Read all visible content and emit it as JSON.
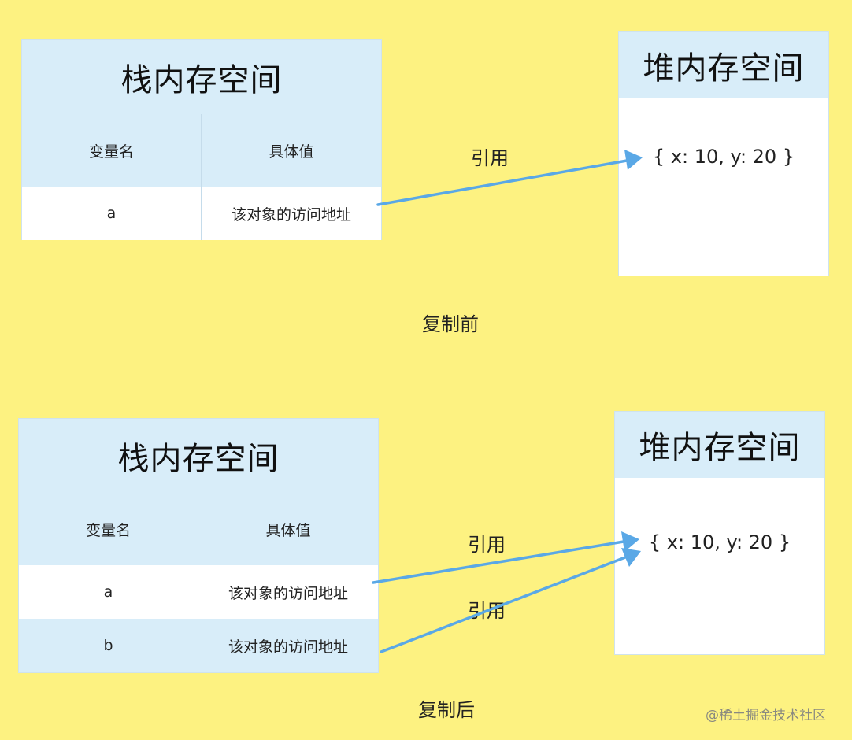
{
  "before": {
    "stack": {
      "title": "栈内存空间",
      "header": {
        "name": "变量名",
        "value": "具体值"
      },
      "rows": [
        {
          "name": "a",
          "value": "该对象的访问地址"
        }
      ]
    },
    "heap": {
      "title": "堆内存空间",
      "value": "{ x: 10, y: 20 }"
    },
    "arrow_label": "引用",
    "caption": "复制前"
  },
  "after": {
    "stack": {
      "title": "栈内存空间",
      "header": {
        "name": "变量名",
        "value": "具体值"
      },
      "rows": [
        {
          "name": "a",
          "value": "该对象的访问地址"
        },
        {
          "name": "b",
          "value": "该对象的访问地址"
        }
      ]
    },
    "heap": {
      "title": "堆内存空间",
      "value": "{ x: 10, y: 20 }"
    },
    "arrow_labels": [
      "引用",
      "引用"
    ],
    "caption": "复制后"
  },
  "watermark": "@稀土掘金技术社区",
  "colors": {
    "background": "#fdf281",
    "header_fill": "#d8edf9",
    "arrow": "#5aa8e6"
  }
}
